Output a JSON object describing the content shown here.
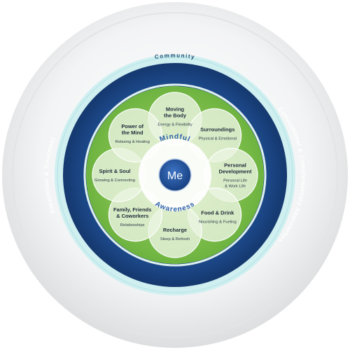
{
  "outer_label": "Community",
  "ring_labels": {
    "left": "Prevention & Treatment",
    "right": "Conventional & Complementary Approaches"
  },
  "center": {
    "label": "Me",
    "arc_top": "Mindful",
    "arc_bottom": "Awareness"
  },
  "petals": [
    {
      "title": [
        "Moving",
        "the Body"
      ],
      "subtitle": [
        "Energy & Flexibility"
      ]
    },
    {
      "title": [
        "Surroundings"
      ],
      "subtitle": [
        "Physical & Emotional"
      ]
    },
    {
      "title": [
        "Personal",
        "Development"
      ],
      "subtitle": [
        "Personal Life",
        "& Work Life"
      ]
    },
    {
      "title": [
        "Food & Drink"
      ],
      "subtitle": [
        "Nourishing & Fueling"
      ]
    },
    {
      "title": [
        "Recharge"
      ],
      "subtitle": [
        "Sleep & Refresh"
      ]
    },
    {
      "title": [
        "Family, Friends",
        "& Coworkers"
      ],
      "subtitle": [
        "Relationships"
      ]
    },
    {
      "title": [
        "Spirit & Soul"
      ],
      "subtitle": [
        "Growing & Connecting"
      ]
    },
    {
      "title": [
        "Power of",
        "the Mind"
      ],
      "subtitle": [
        "Relaxing & Healing"
      ]
    }
  ],
  "colors": {
    "disc": "#f1f2f3",
    "outer_ring": "#cfeff0",
    "blue_ring": "#1d4a8c",
    "green": "#7dc242",
    "petal": "#e8f2de",
    "center": "#1e4f9c"
  }
}
